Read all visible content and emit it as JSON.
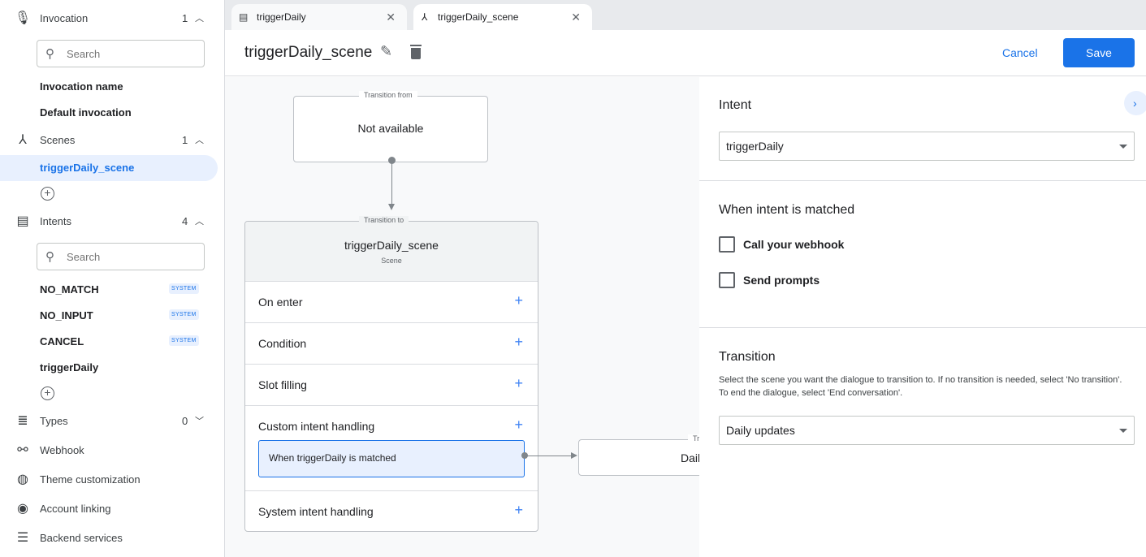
{
  "sidebar": {
    "invocation": {
      "label": "Invocation",
      "count": "1",
      "search_placeholder": "Search",
      "items": [
        "Invocation name",
        "Default invocation"
      ]
    },
    "scenes": {
      "label": "Scenes",
      "count": "1",
      "items": [
        "triggerDaily_scene"
      ]
    },
    "intents": {
      "label": "Intents",
      "count": "4",
      "search_placeholder": "Search",
      "items": [
        {
          "name": "NO_MATCH",
          "badge": "SYSTEM"
        },
        {
          "name": "NO_INPUT",
          "badge": "SYSTEM"
        },
        {
          "name": "CANCEL",
          "badge": "SYSTEM"
        },
        {
          "name": "triggerDaily",
          "badge": ""
        }
      ]
    },
    "types": {
      "label": "Types",
      "count": "0"
    },
    "links": [
      "Webhook",
      "Theme customization",
      "Account linking",
      "Backend services"
    ]
  },
  "tabs": [
    {
      "label": "triggerDaily",
      "icon": "intent-icon"
    },
    {
      "label": "triggerDaily_scene",
      "icon": "scene-icon",
      "active": true
    }
  ],
  "header": {
    "title": "triggerDaily_scene",
    "cancel": "Cancel",
    "save": "Save",
    "accent": "#1a73e8"
  },
  "canvas": {
    "from": {
      "legend": "Transition from",
      "value": "Not available"
    },
    "to": {
      "legend": "Transition to",
      "title": "triggerDaily_scene",
      "subtitle": "Scene"
    },
    "rows": [
      "On enter",
      "Condition",
      "Slot filling",
      "Custom intent handling",
      "System intent handling"
    ],
    "handler": "When triggerDaily is matched",
    "target": {
      "legend": "Tr",
      "value": "Dail"
    }
  },
  "panel": {
    "intent_heading": "Intent",
    "intent_value": "triggerDaily",
    "matched_heading": "When intent is matched",
    "checkboxes": [
      {
        "label": "Call your webhook",
        "checked": false
      },
      {
        "label": "Send prompts",
        "checked": false
      }
    ],
    "transition_heading": "Transition",
    "transition_help": "Select the scene you want the dialogue to transition to. If no transition is needed, select 'No transition'. To end the dialogue, select 'End conversation'.",
    "transition_value": "Daily updates"
  }
}
